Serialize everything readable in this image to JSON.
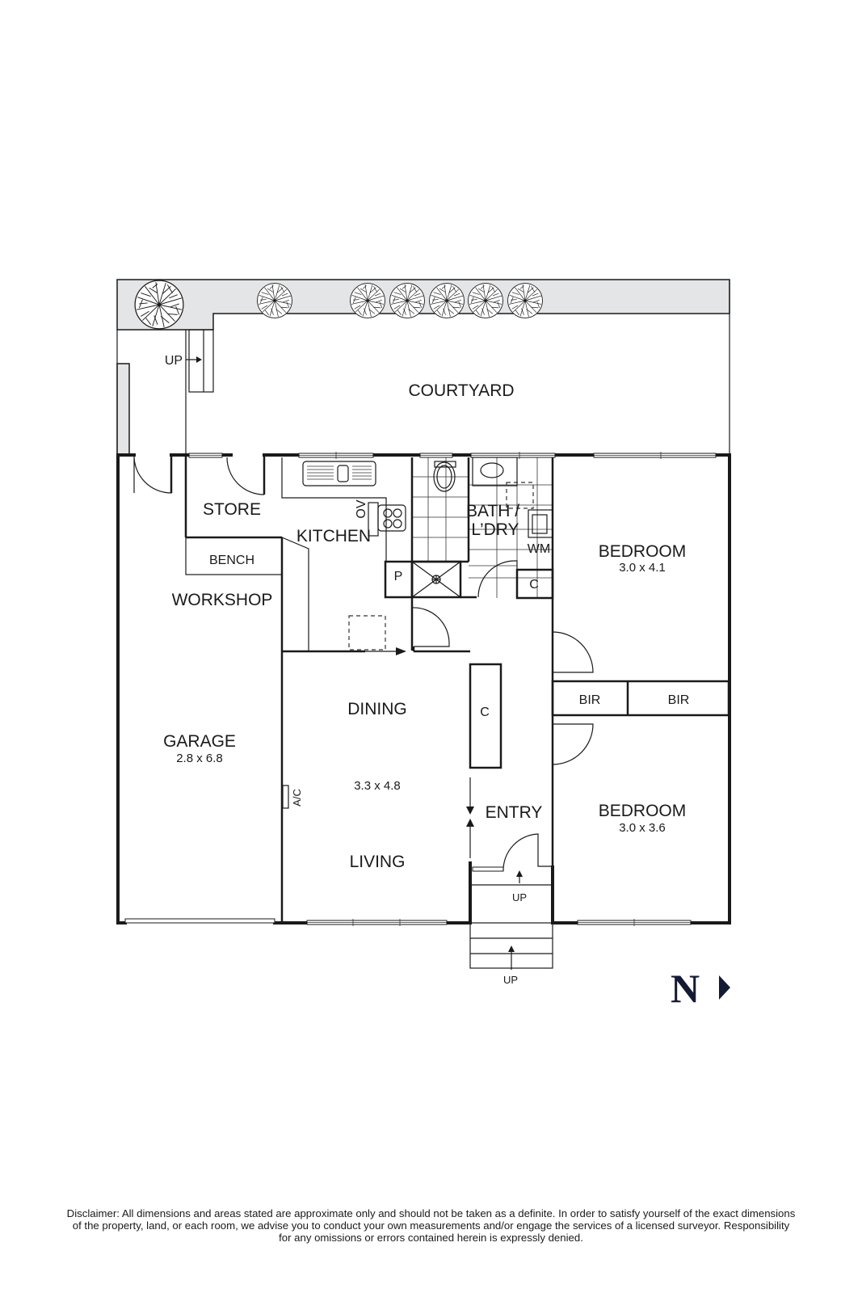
{
  "floorplan": {
    "rooms": {
      "courtyard": {
        "label": "COURTYARD"
      },
      "store": {
        "label": "STORE"
      },
      "kitchen": {
        "label": "KITCHEN",
        "oven_label": "OV",
        "pantry_label": "P"
      },
      "bath_laundry": {
        "label_line1": "BATH /",
        "label_line2": "L’DRY",
        "washing_machine_label": "WM",
        "cupboard_label": "C"
      },
      "bench": {
        "label": "BENCH"
      },
      "workshop": {
        "label": "WORKSHOP"
      },
      "garage": {
        "label": "GARAGE",
        "dimensions": "2.8 x 6.8"
      },
      "dining": {
        "label": "DINING"
      },
      "living": {
        "label": "LIVING",
        "dimensions": "3.3 x 4.8",
        "ac_label": "A/C"
      },
      "entry": {
        "label": "ENTRY",
        "cupboard_label": "C"
      },
      "bedroom1": {
        "label": "BEDROOM",
        "dimensions": "3.0 x 4.1"
      },
      "bedroom2": {
        "label": "BEDROOM",
        "dimensions": "3.0 x 3.6"
      },
      "bir1": {
        "label": "BIR"
      },
      "bir2": {
        "label": "BIR"
      }
    },
    "stairs": {
      "courtyard_steps": {
        "label": "UP"
      },
      "entry_landing": {
        "label": "UP"
      },
      "front_steps": {
        "label": "UP"
      }
    },
    "compass": {
      "label": "N",
      "direction": "east",
      "color": "#141a33"
    },
    "colors": {
      "garden_bed": "#e4e5e7",
      "walls": "#1a1a1a",
      "background": "#ffffff"
    }
  },
  "disclaimer": {
    "line1": "Disclaimer: All dimensions and areas stated are approximate only and should not be taken as a definite. In order to satisfy yourself of the exact dimensions",
    "line2": "of the property, land, or each room, we advise you to conduct your own measurements and/or engage the services of a licensed surveyor. Responsibility",
    "line3": "for any omissions or errors contained herein is expressly denied."
  }
}
